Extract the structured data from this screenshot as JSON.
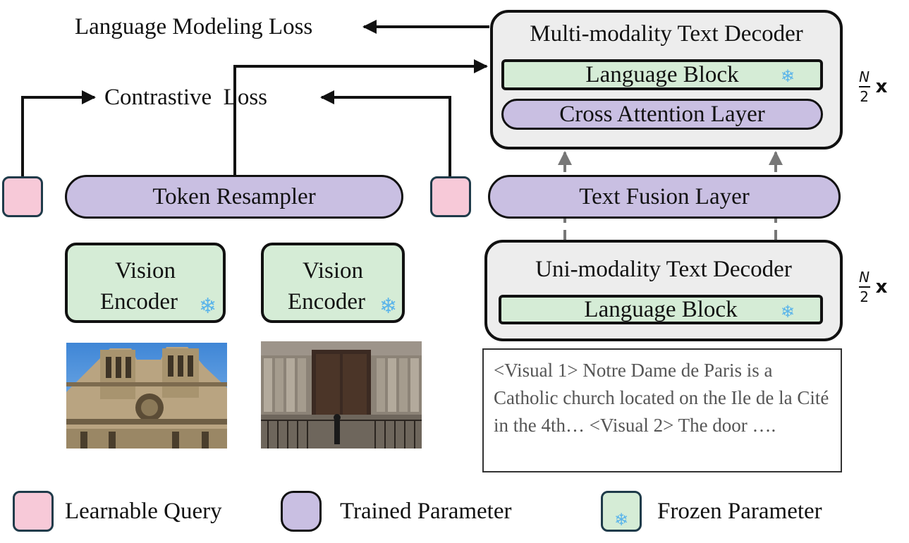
{
  "losses": {
    "language_modeling": "Language Modeling Loss",
    "contrastive_left": "Contrastive",
    "contrastive_right": "Loss"
  },
  "multi_decoder": {
    "title": "Multi-modality Text Decoder",
    "language_block": "Language Block",
    "cross_attention": "Cross Attention Layer",
    "repeat_num": "N",
    "repeat_den": "2",
    "repeat_x": "x"
  },
  "token_resampler": "Token Resampler",
  "text_fusion": "Text Fusion Layer",
  "uni_decoder": {
    "title": "Uni-modality Text Decoder",
    "language_block": "Language Block",
    "repeat_num": "N",
    "repeat_den": "2",
    "repeat_x": "x"
  },
  "vision_encoders": [
    {
      "line1": "Vision",
      "line2": "Encoder"
    },
    {
      "line1": "Vision",
      "line2": "Encoder"
    }
  ],
  "input_text": "<Visual 1> Notre Dame de Paris is a Catholic church located on the Ile de la Cité in the 4th… <Visual 2> The door ….",
  "legend": {
    "learnable_query": "Learnable Query",
    "trained_parameter": "Trained Parameter",
    "frozen_parameter": "Frozen Parameter"
  },
  "icons": {
    "frozen": "snowflake-icon"
  },
  "colors": {
    "learnable": "#f7c9d8",
    "trained": "#c9bfe2",
    "frozen": "#d5ecd6",
    "snowflake": "#5ab4ea"
  }
}
